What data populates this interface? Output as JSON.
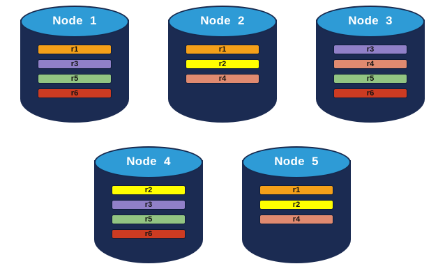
{
  "diagram": {
    "title_prefix": "Node",
    "background_color": "#ffffff",
    "cylinder_body_color": "#1B2B52",
    "cylinder_top_color": "#2E9BD6",
    "label_color": "#ffffff",
    "replica_colors": {
      "r1": "#F5A019",
      "r2": "#FFFF00",
      "r3": "#9080C8",
      "r4": "#E08A70",
      "r5": "#92C482",
      "r6": "#CC3B22"
    },
    "rows": [
      {
        "row": "top",
        "node_indexes": [
          0,
          1,
          2
        ]
      },
      {
        "row": "bottom",
        "node_indexes": [
          3,
          4
        ]
      }
    ],
    "nodes": [
      {
        "id": "node-1",
        "label": "Node  1",
        "replicas": [
          {
            "label": "r1",
            "color": "#F5A019"
          },
          {
            "label": "r3",
            "color": "#9080C8"
          },
          {
            "label": "r5",
            "color": "#92C482"
          },
          {
            "label": "r6",
            "color": "#CC3B22"
          }
        ]
      },
      {
        "id": "node-2",
        "label": "Node  2",
        "replicas": [
          {
            "label": "r1",
            "color": "#F5A019"
          },
          {
            "label": "r2",
            "color": "#FFFF00"
          },
          {
            "label": "r4",
            "color": "#E08A70"
          }
        ]
      },
      {
        "id": "node-3",
        "label": "Node  3",
        "replicas": [
          {
            "label": "r3",
            "color": "#9080C8"
          },
          {
            "label": "r4",
            "color": "#E08A70"
          },
          {
            "label": "r5",
            "color": "#92C482"
          },
          {
            "label": "r6",
            "color": "#CC3B22"
          }
        ]
      },
      {
        "id": "node-4",
        "label": "Node  4",
        "replicas": [
          {
            "label": "r2",
            "color": "#FFFF00"
          },
          {
            "label": "r3",
            "color": "#9080C8"
          },
          {
            "label": "r5",
            "color": "#92C482"
          },
          {
            "label": "r6",
            "color": "#CC3B22"
          }
        ]
      },
      {
        "id": "node-5",
        "label": "Node  5",
        "replicas": [
          {
            "label": "r1",
            "color": "#F5A019"
          },
          {
            "label": "r2",
            "color": "#FFFF00"
          },
          {
            "label": "r4",
            "color": "#E08A70"
          }
        ]
      }
    ]
  }
}
